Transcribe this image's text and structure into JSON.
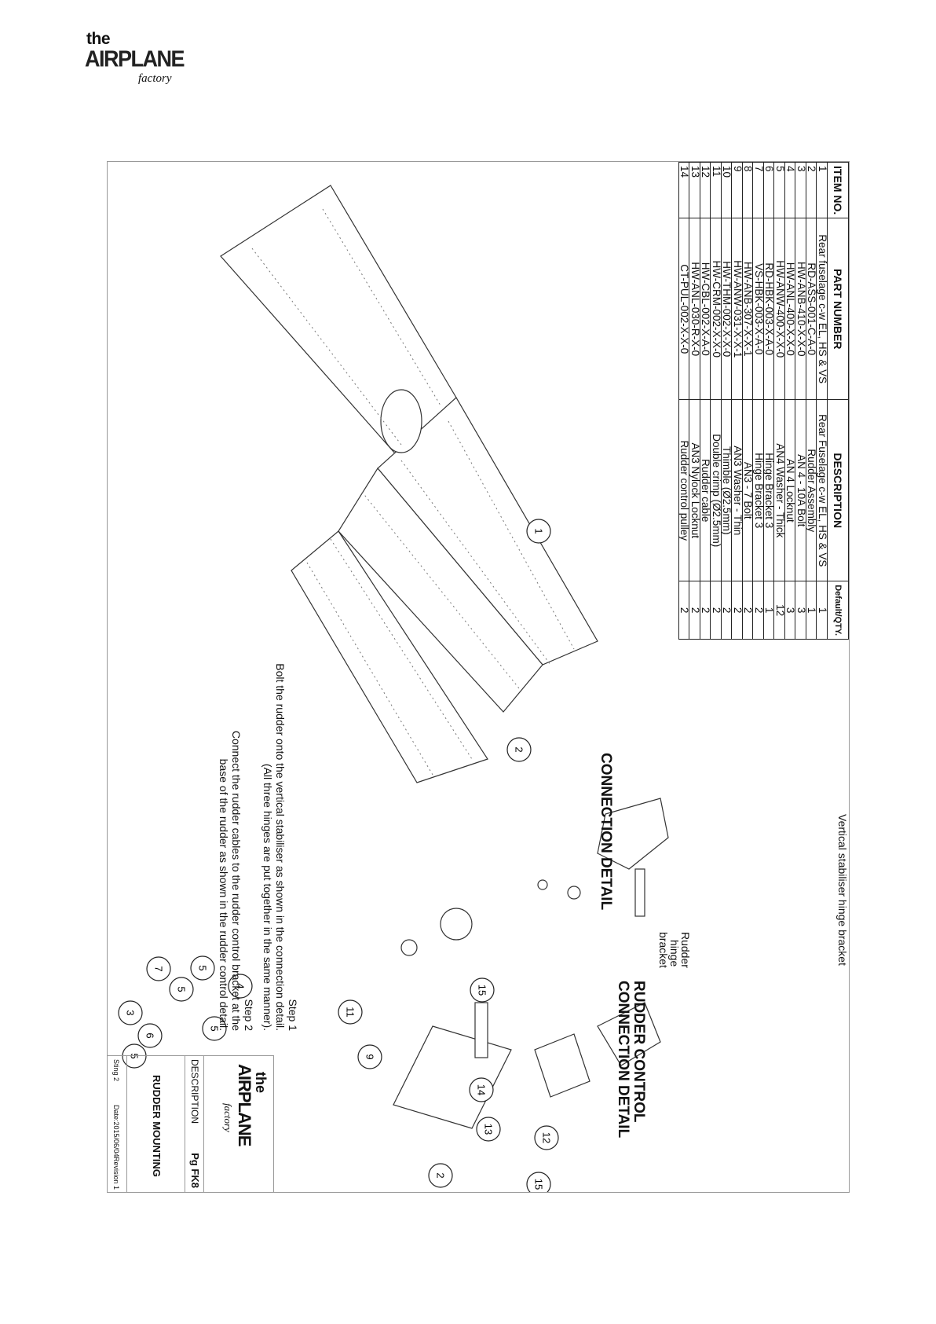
{
  "logo": {
    "line1": "the",
    "line2": "AIRPLANE",
    "line3": "factory"
  },
  "bom": {
    "headers": [
      "ITEM NO.",
      "PART NUMBER",
      "DESCRIPTION",
      "Default/QTY."
    ],
    "rows": [
      [
        "1",
        "Rear fuselage c-w EL, HS & VS",
        "Rear Fuselage c-w EL, HS & VS",
        "1"
      ],
      [
        "2",
        "RD-ASS-001-C-A-0",
        "Rudder Assembly",
        "1"
      ],
      [
        "3",
        "HW-ANB-410-X-X-0",
        "AN 4 - 10A Bolt",
        "3"
      ],
      [
        "4",
        "HW-ANL-400-X-X-0",
        "AN 4 Locknut",
        "3"
      ],
      [
        "5",
        "HW-ANW-400-X-X-0",
        "AN4 Washer - Thick",
        "12"
      ],
      [
        "6",
        "RD-HBK-003-X-A-0",
        "Hinge Bracket 3",
        "1"
      ],
      [
        "7",
        "VS-HBK-003-X-A-0",
        "Hinge Bracket 3",
        "2"
      ],
      [
        "8",
        "HW-ANB-307-X-X-1",
        "AN3 - 7 Bolt",
        "2"
      ],
      [
        "9",
        "HW-ANW-031-X-X-1",
        "AN3 Washer - Thin",
        "2"
      ],
      [
        "10",
        "HW-THM-002-X-X-0",
        "Thimble (Ø2.5mm)",
        "2"
      ],
      [
        "11",
        "HW-CRM-002-X-X-0",
        "Double crimp (Ø2.5mm)",
        "2"
      ],
      [
        "12",
        "HW-CBL-002-X-A-0",
        "Rudder cable",
        "2"
      ],
      [
        "13",
        "HW-ANL-030-R-X-0",
        "AN3 Nylock Locknut",
        "2"
      ],
      [
        "14",
        "CT-PUL-002-X-X-0",
        "Rudder control pulley",
        "2"
      ]
    ]
  },
  "labels": {
    "vs_hinge": "Vertical stabiliser hinge bracket",
    "connection_detail": "CONNECTION DETAIL",
    "rudder_control_1": "RUDDER CONTROL",
    "rudder_control_2": "CONNECTION DETAIL",
    "rudder_hinge_1": "Rudder",
    "rudder_hinge_2": "hinge",
    "rudder_hinge_3": "bracket"
  },
  "steps": {
    "step1_title": "Step 1",
    "step1_line1": "Bolt the rudder onto the vertical stabiliser as shown in the connection detail.",
    "step1_line2": "(All three hinges are put together in the same manner).",
    "step2_title": "Step 2",
    "step2_line1": "Connect  the rudder cables to the rudder control bracket at the",
    "step2_line2": "base of the rudder as shown in the rudder control detail."
  },
  "title_block": {
    "logo1": "the",
    "logo2": "AIRPLANE",
    "logo3": "factory",
    "description_label": "DESCRIPTION",
    "page": "Pg FK8",
    "title": "RUDDER MOUNTING",
    "sheet": "Sting 2",
    "date": "Date:2015/06/04",
    "revision": "Revision 1"
  },
  "balloons": [
    "1",
    "2",
    "3",
    "4",
    "5",
    "5",
    "5",
    "5",
    "6",
    "7",
    "9",
    "11",
    "12",
    "13",
    "14",
    "15",
    "15",
    "2"
  ]
}
